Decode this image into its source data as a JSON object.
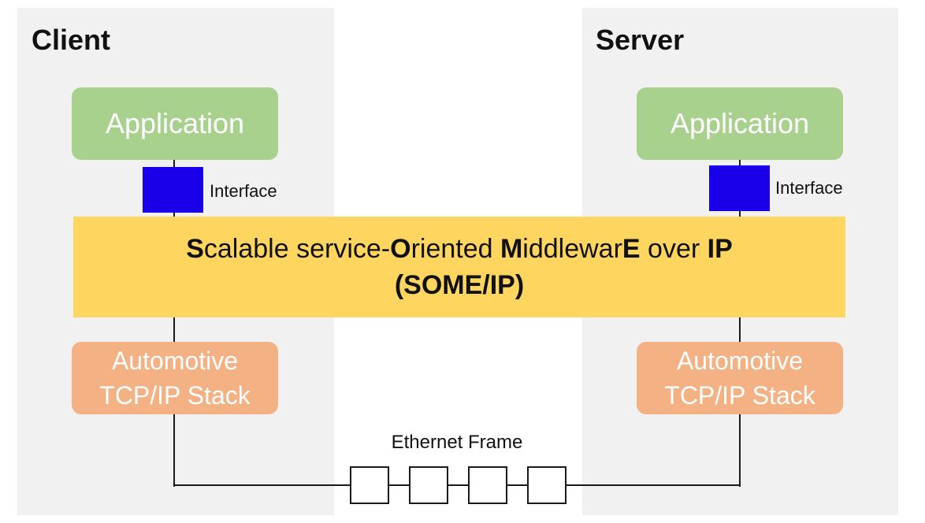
{
  "client": {
    "title": "Client",
    "application": "Application",
    "interface_label": "Interface",
    "stack_line1": "Automotive",
    "stack_line2": "TCP/IP Stack"
  },
  "server": {
    "title": "Server",
    "application": "Application",
    "interface_label": "Interface",
    "stack_line1": "Automotive",
    "stack_line2": "TCP/IP Stack"
  },
  "middleware": {
    "line1_parts": [
      "S",
      "calable service-",
      "O",
      "riented ",
      "M",
      "iddlewar",
      "E",
      " over ",
      "IP"
    ],
    "line2": "(SOME/IP)"
  },
  "ethernet": {
    "label": "Ethernet Frame",
    "cell_count": 4
  },
  "colors": {
    "application": "#a9d18e",
    "interface": "#1a00e8",
    "middleware": "#fdd55f",
    "tcpip_stack": "#f4b183",
    "panel": "#f1f1f1"
  }
}
